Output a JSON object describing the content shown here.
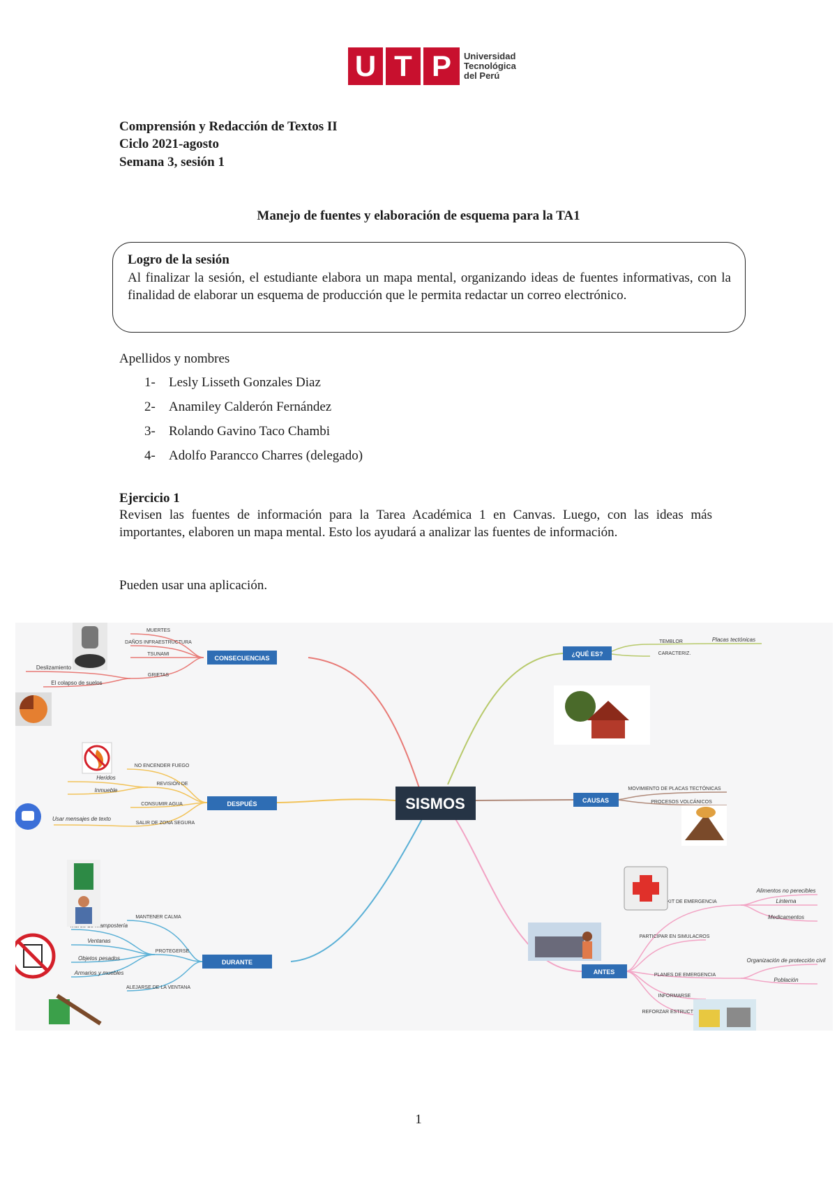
{
  "logo": {
    "letters": [
      "U",
      "T",
      "P"
    ],
    "line1": "Universidad",
    "line2": "Tecnológica",
    "line3": "del Perú",
    "brand_color": "#c8102e"
  },
  "header": {
    "course": "Comprensión y Redacción de Textos II",
    "cycle": "Ciclo 2021-agosto",
    "week": "Semana 3, sesión 1"
  },
  "title": "Manejo de fuentes y elaboración de esquema para la TA1",
  "logro": {
    "heading": "Logro de la sesión",
    "text": "Al finalizar la sesión, el estudiante elabora un mapa mental, organizando ideas de fuentes informativas, con la finalidad de elaborar un esquema de producción que le permita redactar un correo electrónico."
  },
  "members_label": "Apellidos y nombres",
  "members": [
    {
      "num": "1-",
      "name": "Lesly Lisseth Gonzales Diaz"
    },
    {
      "num": "2-",
      "name": "Anamiley Calderón Fernández"
    },
    {
      "num": "3-",
      "name": "Rolando Gavino Taco Chambi"
    },
    {
      "num": "4-",
      "name": "Adolfo Parancco Charres (delegado)"
    }
  ],
  "exercise": {
    "heading": "Ejercicio 1",
    "text": "Revisen las fuentes de información para la Tarea Académica 1 en Canvas. Luego, con las ideas más importantes, elaboren un mapa mental. Esto los ayudará a analizar las fuentes de información.",
    "note": "Pueden usar una aplicación."
  },
  "mindmap": {
    "center": "SISMOS",
    "consecuencias": {
      "label": "CONSECUENCIAS",
      "items": [
        "MUERTES",
        "DAÑOS INFRAESTRUCTURA",
        "TSUNAMI",
        "GRIETAS"
      ],
      "sub": [
        "Deslizamiento de la tierra",
        "El colapso de suelos"
      ]
    },
    "despues": {
      "label": "DESPUÉS",
      "items": [
        "NO ENCENDER FUEGO",
        "REVISIÓN DE",
        "CONSUMIR AGUA",
        "SALIR DE ZONA SEGURA"
      ],
      "sub": [
        "Heridos",
        "Inmueble",
        "Usar mensajes de texto"
      ]
    },
    "durante": {
      "label": "DURANTE",
      "items": [
        "MANTENER CALMA",
        "PROTEGERSE",
        "ALEJARSE DE LA VENTANA"
      ],
      "sub": [
        "Muros de mampostería",
        "Ventanas",
        "Objetos pesados",
        "Armarios y muebles"
      ]
    },
    "que_es": {
      "label": "¿QUÉ ES?",
      "items": [
        "TEMBLOR",
        "CARACTERIZ."
      ],
      "sub": [
        "Placas tectónicas"
      ]
    },
    "causas": {
      "label": "CAUSAS",
      "items": [
        "MOVIMIENTO DE PLACAS TECTÓNICAS",
        "PROCESOS VOLCÁNICOS"
      ]
    },
    "antes": {
      "label": "ANTES",
      "items": [
        "KIT DE EMERGENCIA",
        "PARTICIPAR EN SIMULACROS",
        "PLANES DE EMERGENCIA",
        "INFORMARSE",
        "REFORZAR ESTRUCTURAS"
      ],
      "sub": [
        "Alimentos no perecibles",
        "Linterna",
        "Medicamentos",
        "Organización de protección civil",
        "Población"
      ]
    }
  },
  "page_number": "1",
  "colors": {
    "node": "#2e6db4",
    "center": "#263445",
    "red": "#e87a76",
    "yellow": "#f2c35a",
    "blue": "#5ab0d6",
    "green": "#b7c96a",
    "pink": "#f2a3c4",
    "brown": "#b08a7a"
  }
}
